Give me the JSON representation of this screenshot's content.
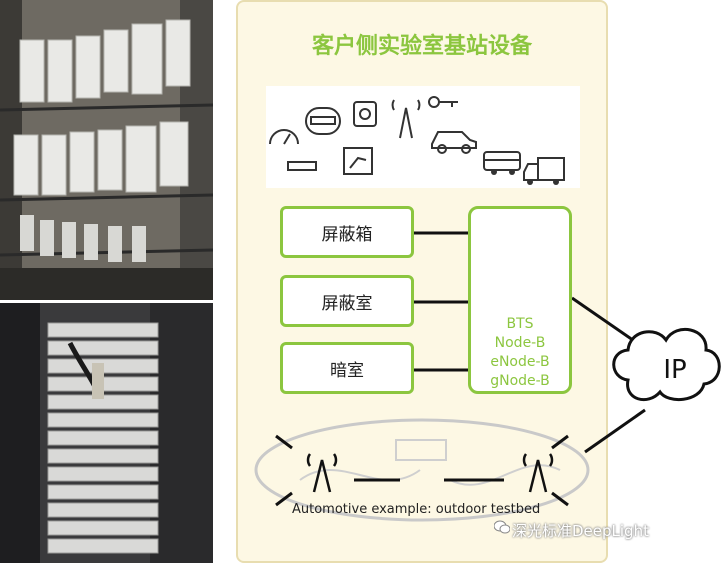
{
  "title": "客户侧实验室基站设备",
  "zones": [
    "屏蔽箱",
    "屏蔽室",
    "暗室"
  ],
  "bts_lines": [
    "BTS",
    "Node-B",
    "eNode-B",
    "gNode-B"
  ],
  "ip_label": "IP",
  "caption": "Automotive example: outdoor testbed",
  "watermark": "深光标准DeepLight",
  "icons": [
    "speedometer-icon",
    "router-icon",
    "meter-icon",
    "socket-icon",
    "antenna-tower-icon",
    "key-icon",
    "car-icon",
    "display-icon",
    "bus-icon",
    "truck-icon"
  ],
  "colors": {
    "accent": "#8cc63f",
    "panel": "#fdf8e4"
  }
}
